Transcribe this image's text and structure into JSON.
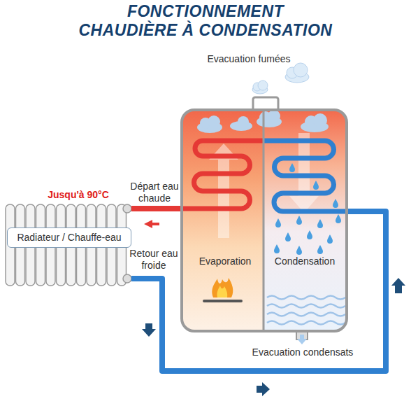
{
  "diagram": {
    "title": "FONCTIONNEMENT CHAUDIÈRE À CONDENSATION",
    "nodes": [
      {
        "text": [
          "Radiateur / Chauffe-eau"
        ]
      },
      {
        "text": [
          "Evaporation",
          "Condensation"
        ]
      }
    ],
    "edges": [
      {
        "from": 1,
        "to": 0,
        "arrow": "none",
        "label": "Départ eau chaude"
      },
      {
        "from": 0,
        "to": 1,
        "arrow": "none",
        "label": "Retour eau froide"
      }
    ],
    "labels": [
      "Evacuation fumées",
      "Jusqu'à 90°C",
      "Evacuation condensats"
    ]
  }
}
